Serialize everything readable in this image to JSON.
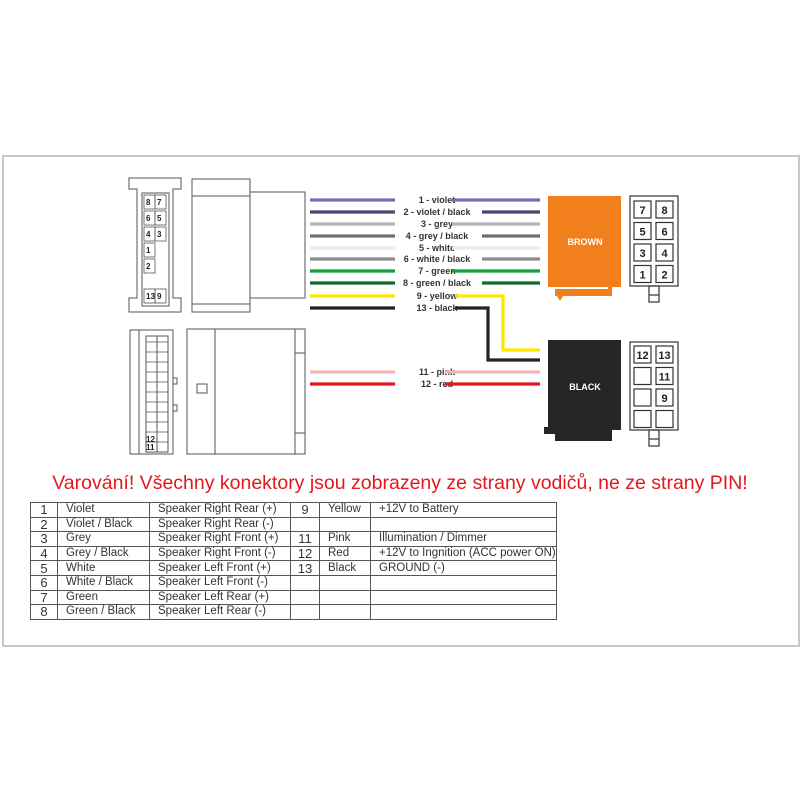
{
  "wires": [
    {
      "label": "1 - violet",
      "color": "#7b6ab3",
      "group": "brown"
    },
    {
      "label": "2 - violet / black",
      "color": "#4a4378",
      "group": "brown"
    },
    {
      "label": "3 - grey",
      "color": "#b4b4b4",
      "group": "brown"
    },
    {
      "label": "4 - grey / black",
      "color": "#707070",
      "group": "brown"
    },
    {
      "label": "5 - white",
      "color": "#ececec",
      "group": "brown"
    },
    {
      "label": "6 - white / black",
      "color": "#8c8c8c",
      "group": "brown"
    },
    {
      "label": "7 - green",
      "color": "#15a03a",
      "group": "brown"
    },
    {
      "label": "8 - green / black",
      "color": "#0f6b32",
      "group": "brown"
    },
    {
      "label": "9 - yellow",
      "color": "#ffe600",
      "group": "black"
    },
    {
      "label": "13 - black",
      "color": "#222222",
      "group": "black"
    },
    {
      "label": "11 - pink",
      "color": "#f4b6b9",
      "group": "black"
    },
    {
      "label": "12 - red",
      "color": "#e3181e",
      "group": "black"
    }
  ],
  "connectors": {
    "brown": {
      "label": "BROWN",
      "color": "#f07f1c",
      "pins": [
        "7",
        "8",
        "5",
        "6",
        "3",
        "4",
        "1",
        "2"
      ]
    },
    "black": {
      "label": "BLACK",
      "color": "#262626",
      "pins": [
        "12",
        "13",
        "",
        "11",
        "",
        "9",
        "",
        ""
      ]
    }
  },
  "left_top_pins": [
    "8",
    "7",
    "6",
    "5",
    "4",
    "3",
    "1",
    "2",
    "13",
    "9"
  ],
  "left_bottom_pins": [
    "12",
    "11"
  ],
  "warning": "Varování!  Všechny konektory jsou zobrazeny ze strany vodičů, ne ze strany PIN!",
  "table": [
    [
      "1",
      "Violet",
      "Speaker Right Rear (+)",
      "9",
      "Yellow",
      "+12V to Battery"
    ],
    [
      "2",
      "Violet / Black",
      "Speaker Right Rear (-)",
      "",
      "",
      ""
    ],
    [
      "3",
      "Grey",
      "Speaker Right Front (+)",
      "11",
      "Pink",
      "Illumination / Dimmer"
    ],
    [
      "4",
      "Grey / Black",
      "Speaker Right Front (-)",
      "12",
      "Red",
      "+12V to Ingnition (ACC power ON)"
    ],
    [
      "5",
      "White",
      "Speaker Left Front (+)",
      "13",
      "Black",
      "GROUND (-)"
    ],
    [
      "6",
      "White / Black",
      "Speaker Left Front (-)",
      "",
      "",
      ""
    ],
    [
      "7",
      "Green",
      "Speaker Left Rear (+)",
      "",
      "",
      ""
    ],
    [
      "8",
      "Green / Black",
      "Speaker Left Rear (-)",
      "",
      "",
      ""
    ]
  ]
}
